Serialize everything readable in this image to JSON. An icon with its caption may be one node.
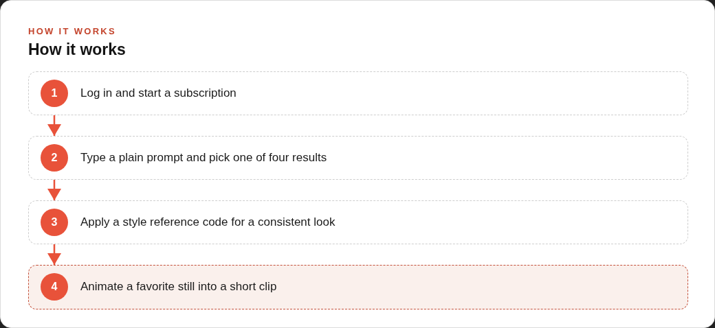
{
  "diagram": {
    "title": "How it works",
    "nodes": [
      {
        "text": [
          "Log in and start a subscription"
        ]
      },
      {
        "text": [
          "1"
        ],
        "in": 0
      },
      {
        "text": [
          "Type a plain prompt and pick one of four results"
        ]
      },
      {
        "text": [
          "2"
        ],
        "in": 2
      },
      {
        "text": [
          "Apply a style reference code for a consistent look"
        ]
      },
      {
        "text": [
          "3"
        ],
        "in": 4
      },
      {
        "text": [
          "Animate a favorite still into a short clip"
        ]
      },
      {
        "text": [
          "4"
        ],
        "in": 6
      }
    ],
    "edges": [
      {
        "from": 0,
        "to": 2,
        "arrow": "to"
      },
      {
        "from": 2,
        "to": 4,
        "arrow": "to"
      },
      {
        "from": 4,
        "to": 6,
        "arrow": "to"
      }
    ],
    "labels": [
      "HOW IT WORKS"
    ]
  }
}
